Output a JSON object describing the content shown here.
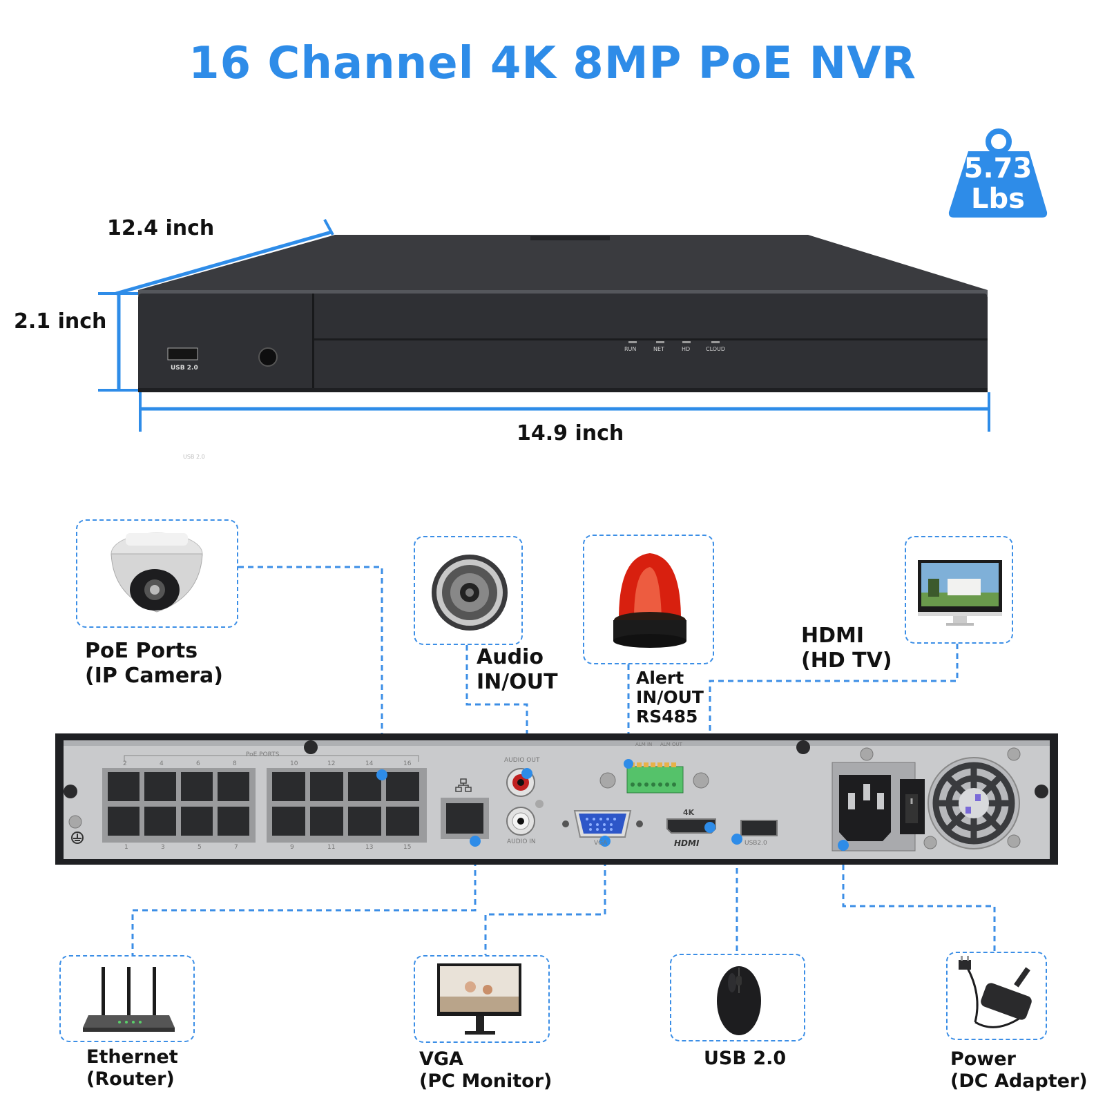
{
  "title": "16 Channel 4K 8MP PoE NVR",
  "dimensions": {
    "depth": "12.4 inch",
    "height": "2.1 inch",
    "width": "14.9 inch"
  },
  "weight": {
    "value": "5.73",
    "unit": "Lbs"
  },
  "front_panel": {
    "usb_label": "USB 2.0",
    "indicators": [
      "RUN",
      "NET",
      "HD",
      "CLOUD"
    ],
    "stray_label": "USB 2.0"
  },
  "rear_panel": {
    "poe_header": "PoE PORTS",
    "poe_top_numbers": [
      "2",
      "4",
      "6",
      "8",
      "10",
      "12",
      "14",
      "16"
    ],
    "poe_bottom_numbers": [
      "1",
      "3",
      "5",
      "7",
      "9",
      "11",
      "13",
      "15"
    ],
    "audio_out_label": "AUDIO OUT",
    "audio_in_label": "AUDIO IN",
    "alm_in_label": "ALM IN",
    "alm_out_label": "ALM OUT",
    "vga_label": "VGA",
    "hdmi_4k_label": "4K",
    "hdmi_label": "HDMI",
    "usb_label": "USB2.0"
  },
  "callouts": {
    "poe": {
      "line1": "PoE Ports",
      "line2": "(IP Camera)",
      "icon": "dome-camera-icon"
    },
    "audio": {
      "line1": "Audio",
      "line2": "IN/OUT",
      "icon": "speaker-icon"
    },
    "alert": {
      "line1": "Alert",
      "line2": "IN/OUT",
      "line3": "RS485",
      "icon": "siren-icon"
    },
    "hdmi": {
      "line1": "HDMI",
      "line2": "(HD TV)",
      "icon": "monitor-icon"
    },
    "ethernet": {
      "line1": "Ethernet",
      "line2": "(Router)",
      "icon": "router-icon"
    },
    "vga": {
      "line1": "VGA",
      "line2": "(PC Monitor)",
      "icon": "pc-monitor-icon"
    },
    "usb": {
      "line1": "USB 2.0",
      "icon": "mouse-icon"
    },
    "power": {
      "line1": "Power",
      "line2": "(DC Adapter)",
      "icon": "power-adapter-icon"
    }
  },
  "colors": {
    "accent": "#2e8ce8",
    "device_body": "#2f3034",
    "rear_panel": "#c9cacc"
  }
}
